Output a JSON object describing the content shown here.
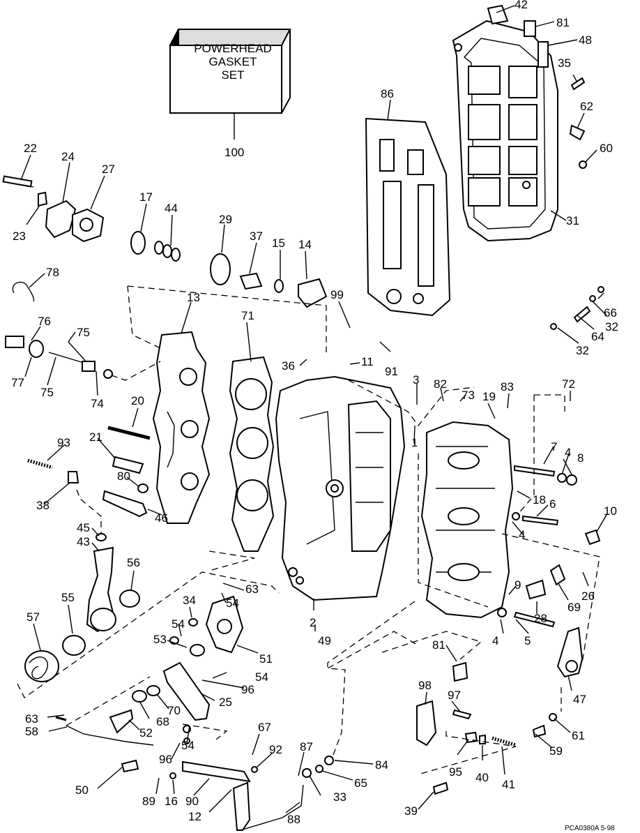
{
  "gasket_set_box": {
    "lines": [
      "POWERHEAD",
      "GASKET",
      "SET"
    ],
    "callout": "100"
  },
  "figure_id": "PCA0380A   5-98",
  "callouts": [
    {
      "id": "c42",
      "label": "42"
    },
    {
      "id": "c81a",
      "label": "81"
    },
    {
      "id": "c48",
      "label": "48"
    },
    {
      "id": "c35",
      "label": "35"
    },
    {
      "id": "c62",
      "label": "62"
    },
    {
      "id": "c60",
      "label": "60"
    },
    {
      "id": "c31",
      "label": "31"
    },
    {
      "id": "c86",
      "label": "86"
    },
    {
      "id": "c22",
      "label": "22"
    },
    {
      "id": "c24",
      "label": "24"
    },
    {
      "id": "c27",
      "label": "27"
    },
    {
      "id": "c17",
      "label": "17"
    },
    {
      "id": "c44",
      "label": "44"
    },
    {
      "id": "c29",
      "label": "29"
    },
    {
      "id": "c37",
      "label": "37"
    },
    {
      "id": "c15",
      "label": "15"
    },
    {
      "id": "c14",
      "label": "14"
    },
    {
      "id": "c23",
      "label": "23"
    },
    {
      "id": "c78",
      "label": "78"
    },
    {
      "id": "c13",
      "label": "13"
    },
    {
      "id": "c71",
      "label": "71"
    },
    {
      "id": "c99",
      "label": "99"
    },
    {
      "id": "c66",
      "label": "66"
    },
    {
      "id": "c32a",
      "label": "32"
    },
    {
      "id": "c64",
      "label": "64"
    },
    {
      "id": "c32b",
      "label": "32"
    },
    {
      "id": "c76",
      "label": "76"
    },
    {
      "id": "c75a",
      "label": "75"
    },
    {
      "id": "c77",
      "label": "77"
    },
    {
      "id": "c75b",
      "label": "75"
    },
    {
      "id": "c74",
      "label": "74"
    },
    {
      "id": "c36",
      "label": "36"
    },
    {
      "id": "c11",
      "label": "11"
    },
    {
      "id": "c91",
      "label": "91"
    },
    {
      "id": "c3",
      "label": "3"
    },
    {
      "id": "c82",
      "label": "82"
    },
    {
      "id": "c73",
      "label": "73"
    },
    {
      "id": "c19",
      "label": "19"
    },
    {
      "id": "c83",
      "label": "83"
    },
    {
      "id": "c72",
      "label": "72"
    },
    {
      "id": "c20",
      "label": "20"
    },
    {
      "id": "c1",
      "label": "1"
    },
    {
      "id": "c93",
      "label": "93"
    },
    {
      "id": "c21",
      "label": "21"
    },
    {
      "id": "c7",
      "label": "7"
    },
    {
      "id": "c4a",
      "label": "4"
    },
    {
      "id": "c8",
      "label": "8"
    },
    {
      "id": "c38",
      "label": "38"
    },
    {
      "id": "c80",
      "label": "80"
    },
    {
      "id": "c18",
      "label": "18"
    },
    {
      "id": "c6",
      "label": "6"
    },
    {
      "id": "c46",
      "label": "46"
    },
    {
      "id": "c10",
      "label": "10"
    },
    {
      "id": "c4b",
      "label": "4"
    },
    {
      "id": "c45",
      "label": "45"
    },
    {
      "id": "c43",
      "label": "43"
    },
    {
      "id": "c56",
      "label": "56"
    },
    {
      "id": "c63a",
      "label": "63"
    },
    {
      "id": "c54a",
      "label": "54"
    },
    {
      "id": "c26",
      "label": "26"
    },
    {
      "id": "c34",
      "label": "34"
    },
    {
      "id": "c9",
      "label": "9"
    },
    {
      "id": "c69",
      "label": "69"
    },
    {
      "id": "c55",
      "label": "55"
    },
    {
      "id": "c57",
      "label": "57"
    },
    {
      "id": "c54b",
      "label": "54"
    },
    {
      "id": "c53",
      "label": "53"
    },
    {
      "id": "c2",
      "label": "2"
    },
    {
      "id": "c28",
      "label": "28"
    },
    {
      "id": "c49",
      "label": "49"
    },
    {
      "id": "c4c",
      "label": "4"
    },
    {
      "id": "c5",
      "label": "5"
    },
    {
      "id": "c51",
      "label": "51"
    },
    {
      "id": "c81b",
      "label": "81"
    },
    {
      "id": "c54c",
      "label": "54"
    },
    {
      "id": "c96a",
      "label": "96"
    },
    {
      "id": "c47",
      "label": "47"
    },
    {
      "id": "c25",
      "label": "25"
    },
    {
      "id": "c98",
      "label": "98"
    },
    {
      "id": "c97",
      "label": "97"
    },
    {
      "id": "c63b",
      "label": "63"
    },
    {
      "id": "c70",
      "label": "70"
    },
    {
      "id": "c58",
      "label": "58"
    },
    {
      "id": "c68",
      "label": "68"
    },
    {
      "id": "c52",
      "label": "52"
    },
    {
      "id": "c54d",
      "label": "54"
    },
    {
      "id": "c61",
      "label": "61"
    },
    {
      "id": "c67",
      "label": "67"
    },
    {
      "id": "c59",
      "label": "59"
    },
    {
      "id": "c96b",
      "label": "96"
    },
    {
      "id": "c92",
      "label": "92"
    },
    {
      "id": "c87",
      "label": "87"
    },
    {
      "id": "c84",
      "label": "84"
    },
    {
      "id": "c95",
      "label": "95"
    },
    {
      "id": "c40",
      "label": "40"
    },
    {
      "id": "c41",
      "label": "41"
    },
    {
      "id": "c50",
      "label": "50"
    },
    {
      "id": "c65",
      "label": "65"
    },
    {
      "id": "c33",
      "label": "33"
    },
    {
      "id": "c89",
      "label": "89"
    },
    {
      "id": "c16",
      "label": "16"
    },
    {
      "id": "c90",
      "label": "90"
    },
    {
      "id": "c12",
      "label": "12"
    },
    {
      "id": "c88",
      "label": "88"
    },
    {
      "id": "c39",
      "label": "39"
    }
  ]
}
